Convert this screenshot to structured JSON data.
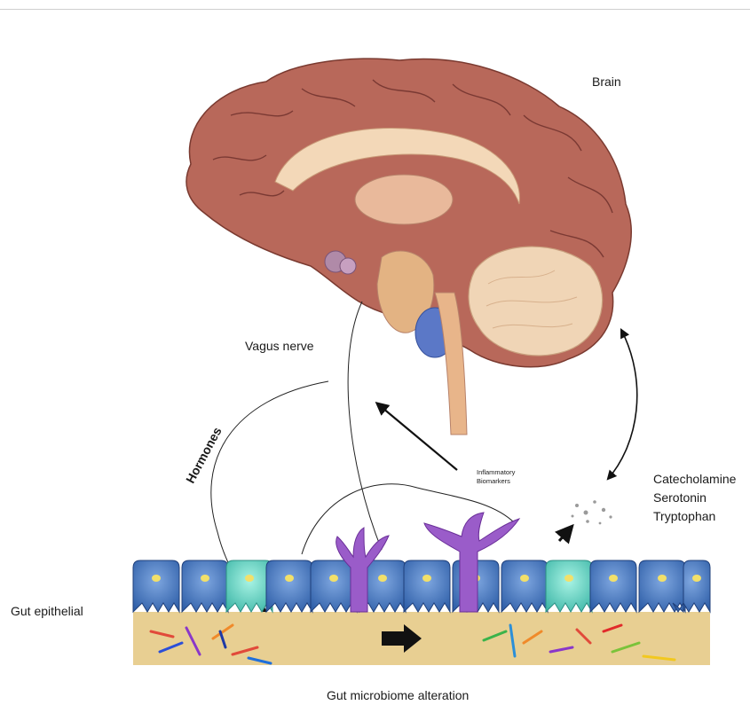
{
  "labels": {
    "brain": "Brain",
    "vagus_nerve": "Vagus nerve",
    "hormones": "Hormones",
    "inflammatory_line1": "Inflammatory",
    "inflammatory_line2": "Biomarkers",
    "catecholamine": "Catecholamine",
    "serotonin": "Serotonin",
    "tryptophan": "Tryptophan",
    "gut_epithelial": "Gut epithelial",
    "gut_microbiome": "Gut microbiome alteration"
  }
}
